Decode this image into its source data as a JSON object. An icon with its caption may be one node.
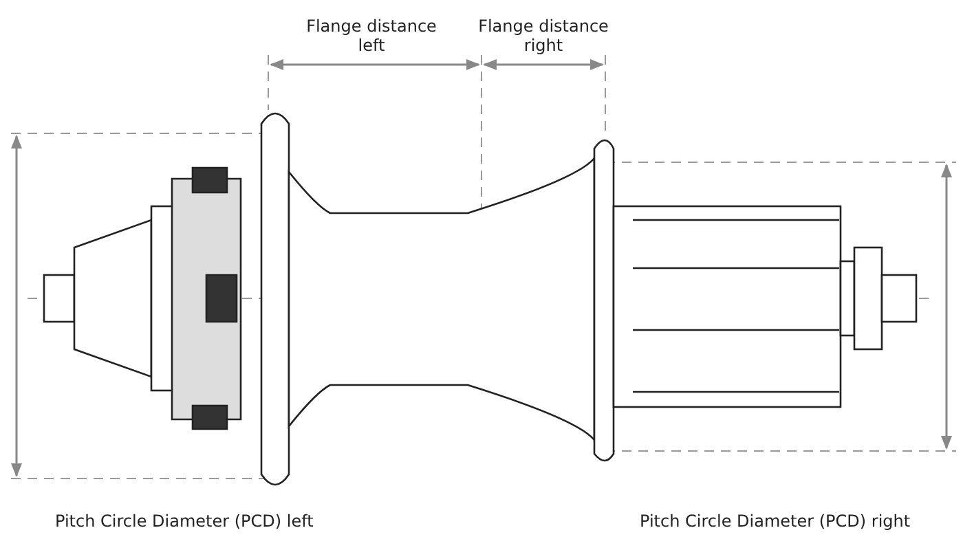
{
  "diagram": {
    "labels": [
      "Flange distance left",
      "Flange distance right",
      "Pitch Circle Diameter (PCD) left",
      "Pitch Circle Diameter (PCD) right"
    ]
  }
}
